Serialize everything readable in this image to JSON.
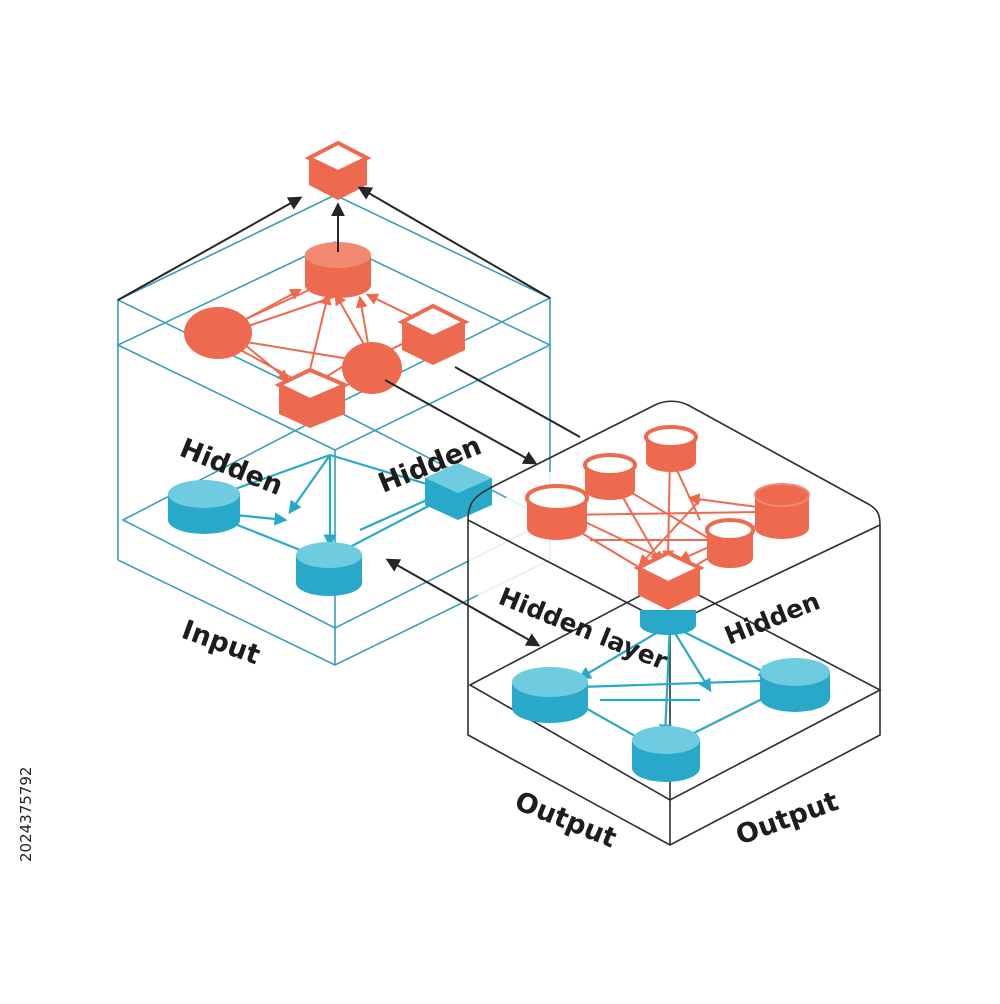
{
  "diagram": {
    "colors": {
      "hidden_node": "#ee6a4e",
      "hidden_node_top": "#ffffff",
      "input_node": "#29a9c9",
      "input_node_top": "#6fcbe0",
      "left_box_edge": "#3a9fb8",
      "right_box_edge": "#2b2f36",
      "arrow": "#23262b"
    },
    "labels": {
      "left_hidden_1": "Hidden",
      "left_hidden_2": "Hidden",
      "left_input": "Input",
      "right_hidden_layer": "Hidden layer",
      "right_hidden": "Hidden",
      "right_output_1": "Output",
      "right_output_2": "Output"
    }
  },
  "stock_id": "2024375792"
}
